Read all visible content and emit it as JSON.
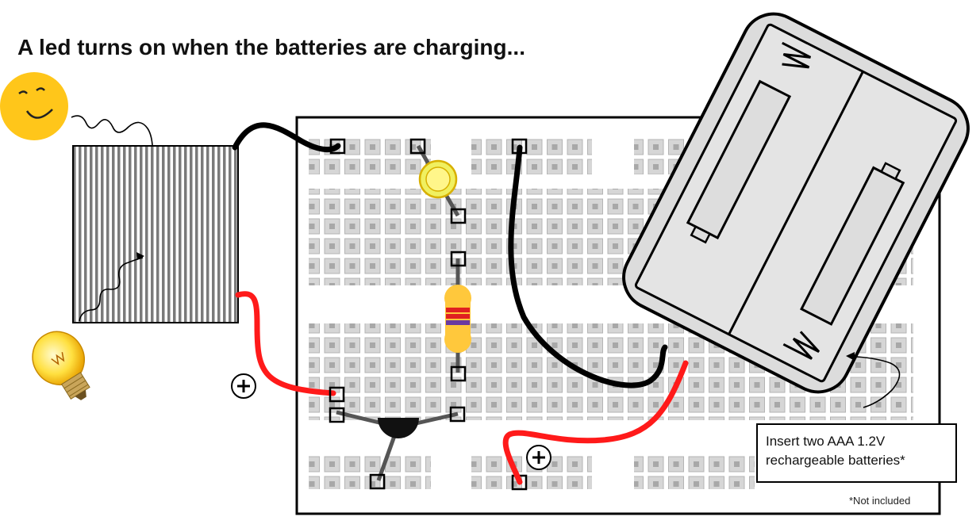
{
  "title": "A led turns on when the batteries are charging...",
  "note": {
    "line1": "Insert two AAA 1.2V",
    "line2": "rechargeable batteries*"
  },
  "footnote": "*Not included",
  "polarity_symbol": "+",
  "icons": {
    "sun": "sun-icon",
    "light_bulb": "light-bulb-icon",
    "solar_panel": "solar-panel-icon",
    "breadboard": "breadboard-icon",
    "led": "led-icon",
    "resistor": "resistor-icon",
    "transistor": "transistor-icon",
    "battery_holder": "battery-holder-icon"
  },
  "colors": {
    "wire_positive": "#ff1a1a",
    "wire_negative": "#000000",
    "sun": "#ffc61a",
    "led": "#f0f060",
    "resistor_body": "#ffc83c",
    "breadboard_hole": "#c8c8c8",
    "solar_cell_stripe": "#7a7a7a",
    "battery_holder": "#dcdcdc"
  }
}
